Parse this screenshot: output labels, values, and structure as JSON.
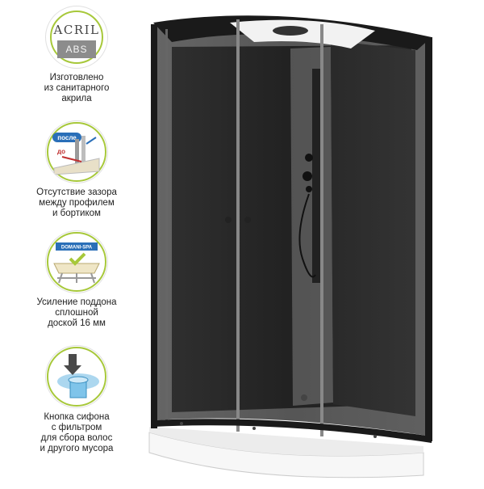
{
  "features": [
    {
      "icon": "acrylic-abs-badge-icon",
      "badge_top": "ACRIL",
      "badge_bottom": "ABS",
      "caption": [
        "Изготовлено",
        "из санитарного",
        "акрила"
      ]
    },
    {
      "icon": "profile-gap-before-after-icon",
      "badge_labels": [
        "после",
        "до"
      ],
      "caption": [
        "Отсутствие зазора",
        "между профилем",
        "и бортиком"
      ]
    },
    {
      "icon": "tray-reinforcement-board-icon",
      "badge_labels": [
        "DOMANI-SPA"
      ],
      "caption": [
        "Усиление поддона",
        "сплошной",
        "доской 16 мм"
      ]
    },
    {
      "icon": "siphon-filter-icon",
      "caption": [
        "Кнопка сифона",
        "с фильтром",
        "для сбора волос",
        "и другого мусора"
      ]
    }
  ],
  "product": {
    "icon": "shower-cabin-image",
    "colors": {
      "frame": "#1a1a1a",
      "glass": "#2e2e2e",
      "panel": "#f4f4f4"
    }
  }
}
